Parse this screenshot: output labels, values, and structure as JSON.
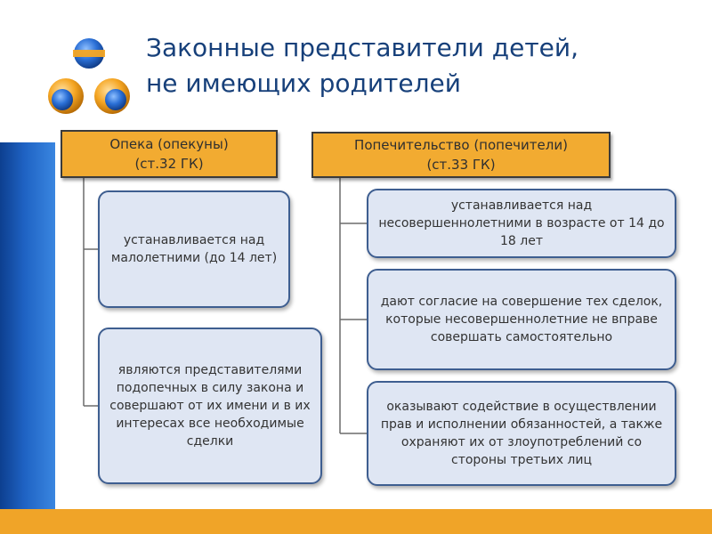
{
  "title": {
    "line1": "Законные представители детей,",
    "line2": "не имеющих родителей"
  },
  "colors": {
    "sidebar_blue": "#1f63c4",
    "accent_orange": "#f2ab31",
    "title_blue": "#17407a",
    "box_fill": "#dfe6f3",
    "box_border": "#3e5e90"
  },
  "icons": {
    "logo": "three-spheres-logo-icon"
  },
  "left": {
    "header_line1": "Опека (опекуны)",
    "header_line2": "(ст.32 ГК)",
    "items": [
      "устанавливается над малолетними  (до 14 лет)",
      "являются представителями подопечных в силу закона и совершают от их имени и в их интересах все необходимые сделки"
    ]
  },
  "right": {
    "header_line1": "Попечительство (попечители)",
    "header_line2": "(ст.33 ГК)",
    "items": [
      "устанавливается над несовершеннолетними в возрасте от 14 до 18 лет",
      "дают согласие на совершение тех сделок, которые несовершеннолетние не вправе совершать самостоятельно",
      "оказывают содействие в осуществлении прав и исполнении обязанностей, а также охраняют их от злоупотреблений со стороны третьих лиц"
    ]
  }
}
